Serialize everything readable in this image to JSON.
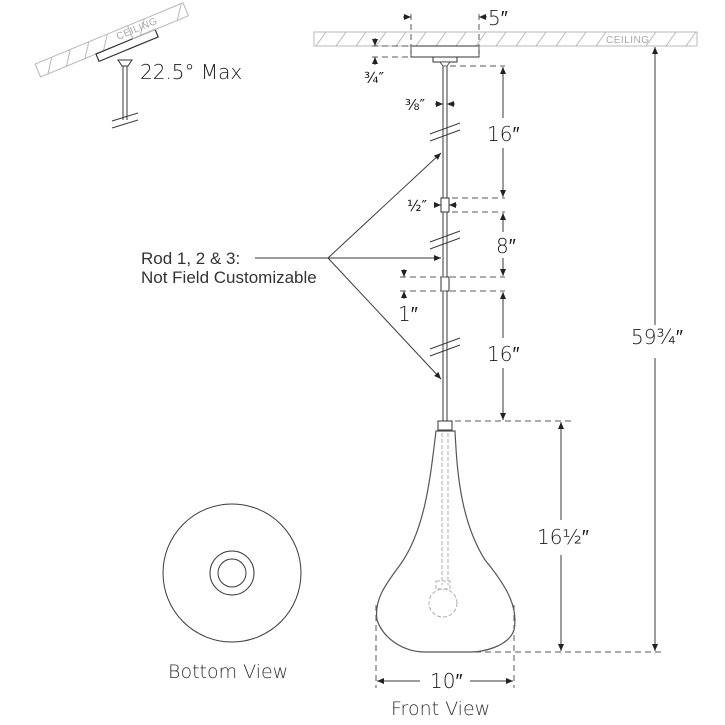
{
  "tilt_detail": {
    "ceiling_label": "CEILING",
    "angle_label": "22.5° Max"
  },
  "front_view": {
    "ceiling_label": "CEILING",
    "canopy_width": "5″",
    "canopy_height": "¾″",
    "rod_diameter": "⅜″",
    "rod1_length": "16″",
    "coupling1_length": "½″",
    "rod2_length": "8″",
    "coupling2_length": "1″",
    "rod3_length": "16″",
    "shade_height": "16½″",
    "overall_height": "59¾″",
    "shade_width": "10″",
    "title": "Front View"
  },
  "callout": {
    "line1": "Rod 1, 2 & 3:",
    "line2": "Not Field Customizable"
  },
  "bottom_view": {
    "title": "Bottom View"
  },
  "colors": {
    "line": "#3a3a3a",
    "hatch": "#b8b8b8",
    "text": "#1a1a1a"
  }
}
